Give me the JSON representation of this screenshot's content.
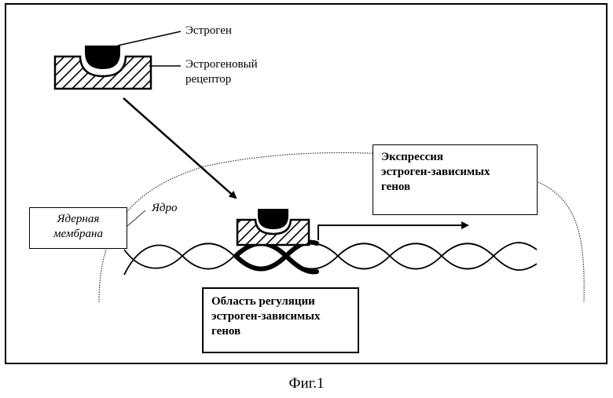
{
  "labels": {
    "estrogen": "Эстроген",
    "receptor_line1": "Эстрогеновый",
    "receptor_line2": "рецептор",
    "nucleus": "Ядро",
    "membrane_line1": "Ядерная",
    "membrane_line2": "мембрана",
    "expression_line1": "Экспрессия",
    "expression_line2": "эстроген-зависимых",
    "expression_line3": "генов",
    "region_line1": "Область регуляции",
    "region_line2": "эстроген-зависимых",
    "region_line3": "генов"
  },
  "caption": "Фиг.1"
}
